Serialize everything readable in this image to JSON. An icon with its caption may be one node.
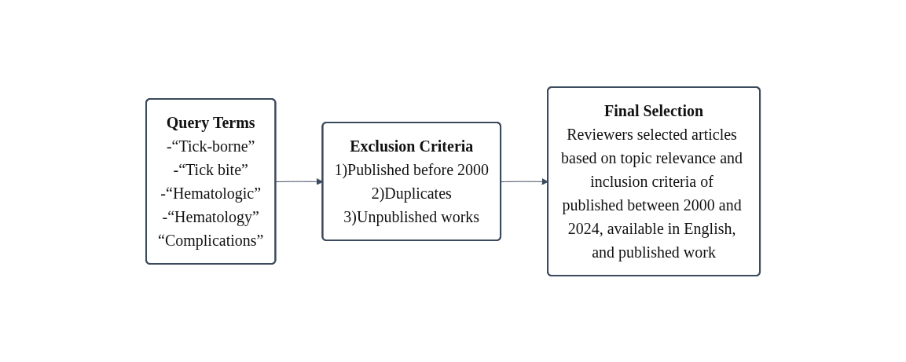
{
  "diagram": {
    "nodes": [
      {
        "text": [
          "Query Terms",
          "-“Tick-borne”",
          "-“Tick bite”",
          "-“Hematologic”",
          "-“Hematology”",
          "“Complications”"
        ]
      },
      {
        "text": [
          "Exclusion Criteria",
          "1)Published before 2000",
          "2)Duplicates",
          "3)Unpublished works"
        ]
      },
      {
        "text": [
          "Final Selection",
          "Reviewers selected articles based on topic relevance and inclusion criteria of published between 2000 and 2024, available in English, and published work"
        ]
      }
    ],
    "edges": [
      {
        "from": 0,
        "to": 1,
        "arrow": "to"
      },
      {
        "from": 1,
        "to": 2,
        "arrow": "to"
      }
    ]
  }
}
